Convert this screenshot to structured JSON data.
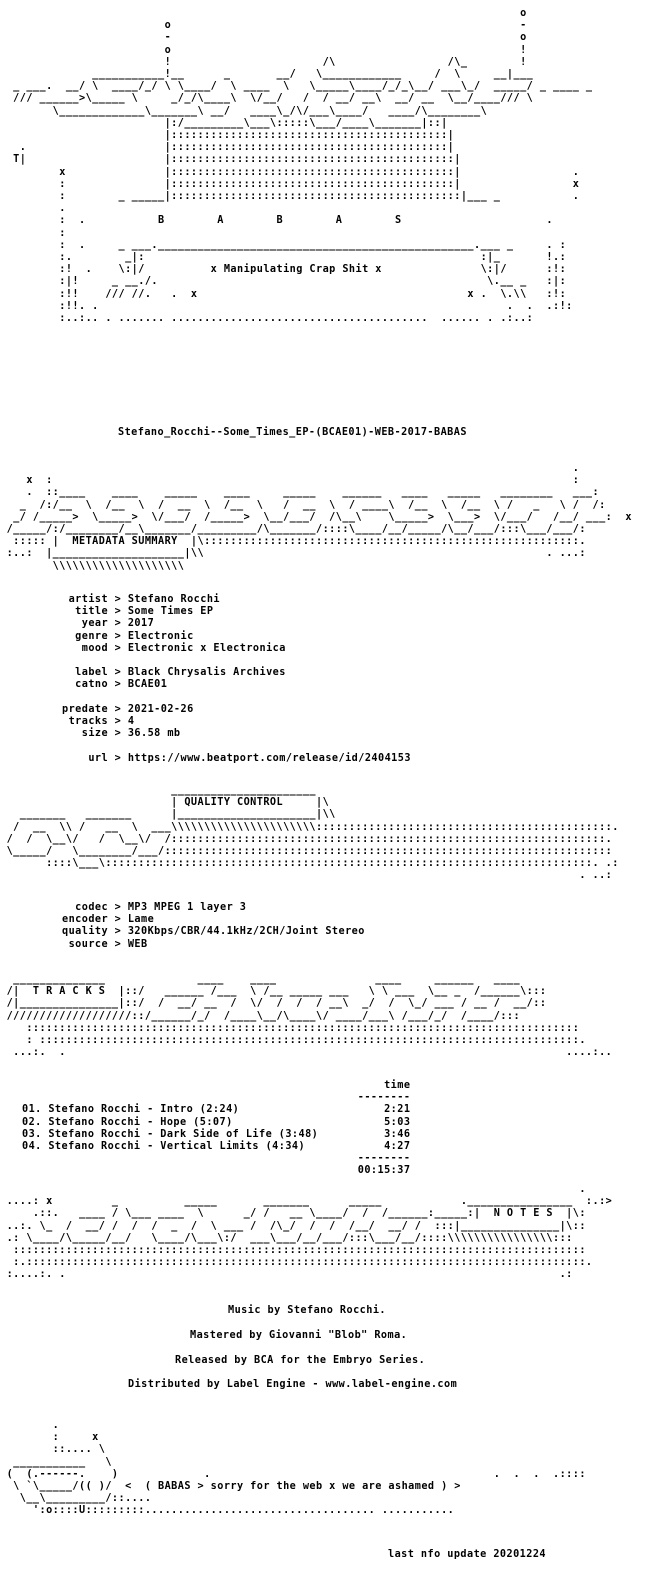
{
  "nfo": {
    "header_art": "                                                                               o\n                         o                                                     -\n                         -                                                     o\n                         o                                                     !\n                         !                       /\\                 /\\_        !\n              ___________!__      _       __/   \\____________     /  \\     __|___\n  _ ___.  __/ \\  ____/_/ \\ \\____/  \\ ____  \\   \\_____\\____/_/_\\__/ ___\\_/  _____/ _ ____ _\n  /// ______>\\_____ \\     _/_/\\____\\  \\/__/   /  / __/ __\\  __/ __  \\__/____/// \\\n        \\_____________\\_______\\ __/   ____\\_/\\/___\\____/   ____/\\________\\\n                         |:/_________\\___\\:::::\\___/____\\_______|::|\n                         |::::::::::::::::::::::::::::::::::::::::::|\n   .                     |::::::::::::::::::::::::::::::::::::::::::|\n  T|                     |:::::::::::::::::::::::::::::::::::::::::::|\n         x               |:::::::::::::::::::::::::::::::::::::::::::|                 .\n         :               |:::::::::::::::::::::::::::::::::::::::::::|                 x\n         :        _ _____|::::::::::::::::::::::::::::::::::::::::::::|___ _           .\n         .\n         :  .           B        A        B        A        S                      .\n         :\n         :  .     _ ___.________________________________________________.___ _     . :\n         :.        _|:                                                   :|_       !.:\n         :!  .    \\:|/          x Manipulating Crap Shit x               \\:|/      :!:\n         :|!     _ __./.                                                  \\.__ _   :|:\n         :!!    /// //.   .  x                                         x .  \\.\\\\   :!:\n         :!!. .                                                              .  .  .:!:\n         :..:.. . ....... .......................................  ...... . .:..:",
    "release_name": "Stefano_Rocchi--Some_Times_EP-(BCAE01)-WEB-2017-BABAS",
    "metadata_art": "                                                                                       .\n    x  :                                                                               :\n    .  ::____    ____    _____    ____     _____    ______   ____   _____   ________   ___:\n   _  /:/__  \\  /__  \\  /  __  \\  /__  \\   /  __  \\  / ____\\  /__  \\  /__  \\ /   _   \\ /  /:\n  _/ /_____>  \\_____>  \\/___/  /_____>  \\__/___/  /\\__\\    \\_____>  \\___>  \\/___/   /__/ ___:  x\n /_____/:/________/__\\_______/_________/\\_______/::::\\____/__/_____/\\__/___/:::\\___/___/:\n  ::::: |  METADATA SUMMARY  |\\:::::::::::::::::::::::::::::::::::::::::::::::::::::::::.\n :..:  |____________________|\\\\                                                    . ...:\n        \\\\\\\\\\\\\\\\\\\\\\\\\\\\\\\\\\\\\\\\",
    "quality_art": "                          ______________________\n                          | QUALITY CONTROL     |\\\n   _______   _______      |_____________________|\\\\\n  /  __  \\\\ /   __  \\  ___\\\\\\\\\\\\\\\\\\\\\\\\\\\\\\\\\\\\\\\\\\\\:::::::::::::::::::::::::::::::::::::::::::::.\n /  /  \\__\\/   /  \\__\\/  /::::::::::::::::::::::::::::::::::::::::::::::::::::::::::::::::::.\n \\_____/   \\________/___/::::::::::::::::::::::::::::::::::::::::::::::::::::::::::::::::::::\n       ::::\\___\\::::::::::::::::::::::::::::::::::::::::::::::::::::::::::::::::::::::::::. .:\n                                                                                        . ..:",
    "tracks_art": "  ______________              ____    ____               ____     ______   ____\n /|  T R A C K S  |::/   ______ /___  \\ /__ _____ ___   \\ \\ ___  \\__ _  /______\\:::\n /|_______________|::/  /  __/ __  /  \\/  /  /  / __\\  _/  /  \\_/ ___ / __ /  __/::\n ///////////////////::/______/_/  /____\\__/\\____\\/ ____/___\\ /___/_/  /____/:::\n    ::::::::::::::::::::::::::::::::::::::::::::::::::::::::::::::::::::::::::::::::::::\n    : ::::::::::::::::::::::::::::::::::::::::::::::::::::::::::::::::::::::::::::::::::.\n  ...:.  .                                                                            ....:..",
    "notes_art": "                                                                                        .\n ....: x         _          _____       _______      _____            .________________  :.:>\n     .::.   ____ / \\___ ____  \\      _/ /   __ \\____/  /  /______:_____:|  N O T E S  |\\:\n ..:. \\_  /  __/ /  /  /  _  /  \\ ___ /  /\\_/  /  /  /__/  __/ /  :::|_______________|\\::\n .: \\____/\\_____/__/   \\____/\\___\\:/  ___\\___/__/___/:::\\___/__/::::\\\\\\\\\\\\\\\\\\\\\\\\\\\\\\\\:::\n  :::::::::::::::::::::::::::::::::::::::::::::::::::::::::::::::::::::::::::::::::::::::\n  :.:::::::::::::::::::::::::::::::::::::::::::::::::::::::::::::::::::::::::::::::::::::.\n :....:. .                                                                           .:\n",
    "footer_art": "        .\n        :     x\n        ::.... \\\n  ___________   \\\n (  (.------.    )             .                                           .  .  .  .::::\n  \\ `\\_____/(( )/  <  ( BABAS > sorry for the web x we are ashamed ) >\n   \\__\\_________/::....\n     ':o::::U:::::::::................................... ...........",
    "metadata_rows": [
      {
        "key": "artist",
        "value": "Stefano Rocchi"
      },
      {
        "key": "title",
        "value": "Some Times EP"
      },
      {
        "key": "year",
        "value": "2017"
      },
      {
        "key": "genre",
        "value": "Electronic"
      },
      {
        "key": "mood",
        "value": "Electronic x Electronica"
      },
      {
        "key": "label",
        "value": "Black Chrysalis Archives"
      },
      {
        "key": "catno",
        "value": "BCAE01"
      },
      {
        "key": "predate",
        "value": "2021-02-26"
      },
      {
        "key": "tracks",
        "value": "4"
      },
      {
        "key": "size",
        "value": "36.58 mb"
      },
      {
        "key": "url",
        "value": "https://www.beatport.com/release/id/2404153"
      }
    ],
    "quality_rows": [
      {
        "key": "codec",
        "value": "MP3 MPEG 1 layer 3"
      },
      {
        "key": "encoder",
        "value": "Lame"
      },
      {
        "key": "quality",
        "value": "320Kbps/CBR/44.1kHz/2CH/Joint Stereo"
      },
      {
        "key": "source",
        "value": "WEB"
      }
    ],
    "tracks": {
      "time_header": "time",
      "rule": "--------",
      "items": [
        {
          "num": "01.",
          "name": "Stefano Rocchi - Intro (2:24)",
          "time": "2:21"
        },
        {
          "num": "02.",
          "name": "Stefano Rocchi - Hope (5:07)",
          "time": "5:03"
        },
        {
          "num": "03.",
          "name": "Stefano Rocchi - Dark Side of Life (3:48)",
          "time": "3:46"
        },
        {
          "num": "04.",
          "name": "Stefano Rocchi - Vertical Limits (4:34)",
          "time": "4:27"
        }
      ],
      "total": "00:15:37"
    },
    "notes": [
      "Music by Stefano Rocchi.",
      "Mastered by Giovanni \"Blob\" Roma.",
      "Released by BCA for the Embryo Series.",
      "Distributed by Label Engine - www.label-engine.com"
    ],
    "last_update": "last nfo update 20201224"
  }
}
